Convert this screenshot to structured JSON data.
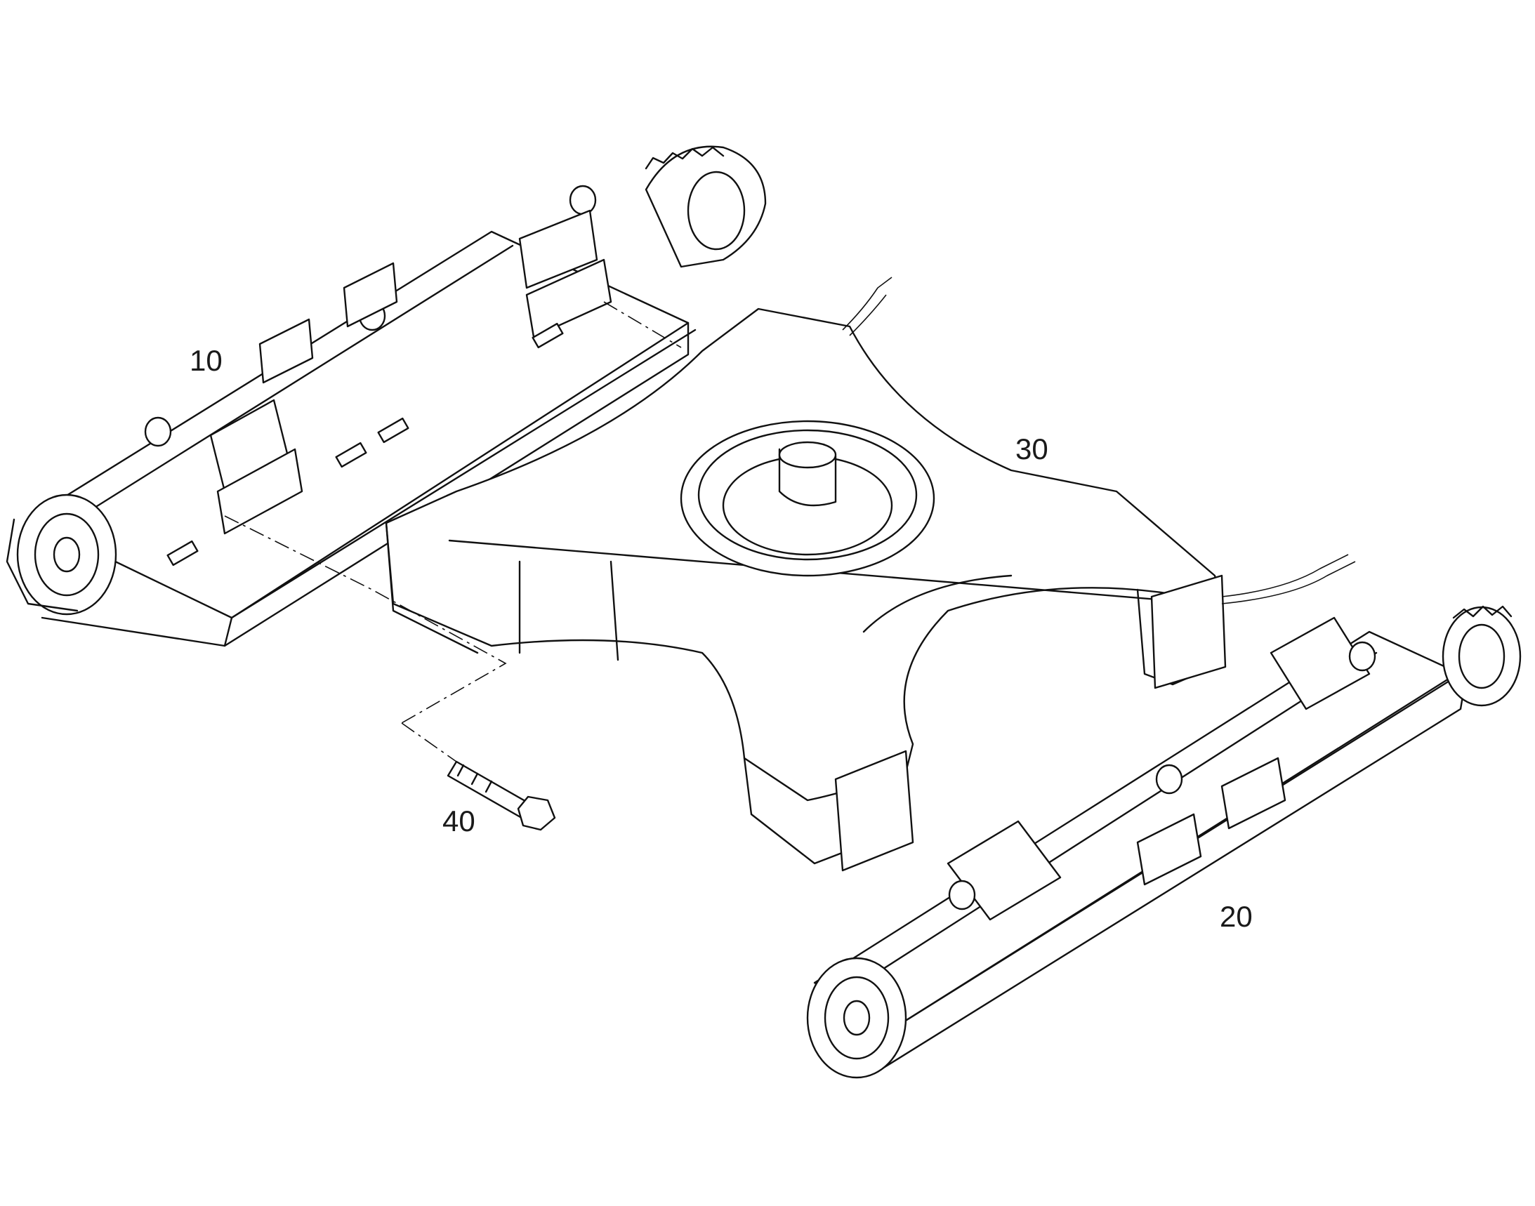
{
  "callouts": {
    "part_10": "10",
    "part_20": "20",
    "part_30": "30",
    "part_40": "40"
  },
  "colors": {
    "line": "#111111",
    "background": "#ffffff"
  }
}
